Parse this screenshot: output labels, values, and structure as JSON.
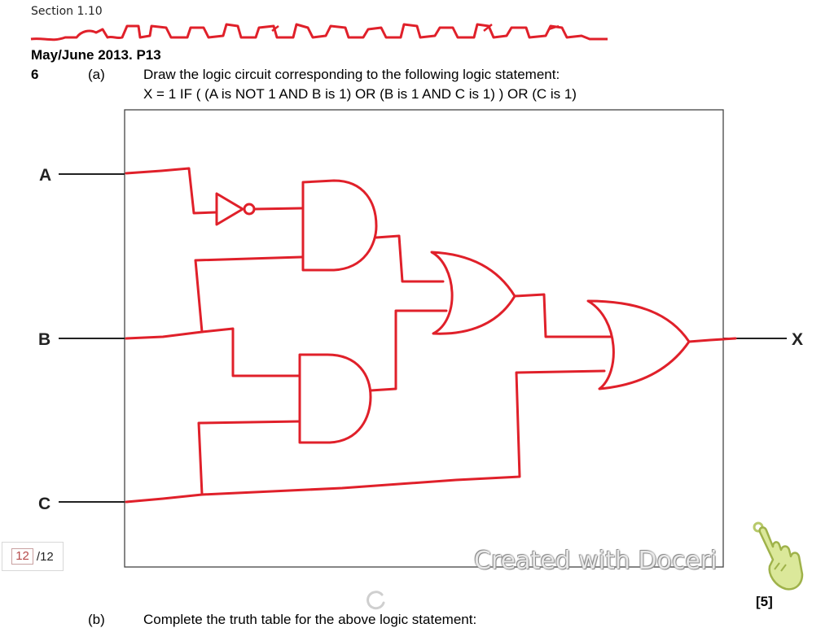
{
  "header": {
    "section": "Section 1.10"
  },
  "question": {
    "exam": "May/June 2013. P13",
    "number": "6",
    "part_a": "(a)",
    "instruction": "Draw the logic circuit corresponding to the following logic statement:",
    "statement": "X = 1 IF ( (A is NOT 1 AND B is 1) OR (B is 1 AND C is 1) ) OR (C is 1)",
    "marks": "[5]",
    "part_b": "(b)",
    "part_b_text": "Complete the truth table for the above logic statement:"
  },
  "circuit": {
    "input_a": "A",
    "input_b": "B",
    "input_c": "C",
    "output": "X",
    "ink_color": "#e0202a"
  },
  "pager": {
    "current": "12",
    "total": "/12"
  },
  "watermark": {
    "text": "Created with Doceri"
  }
}
